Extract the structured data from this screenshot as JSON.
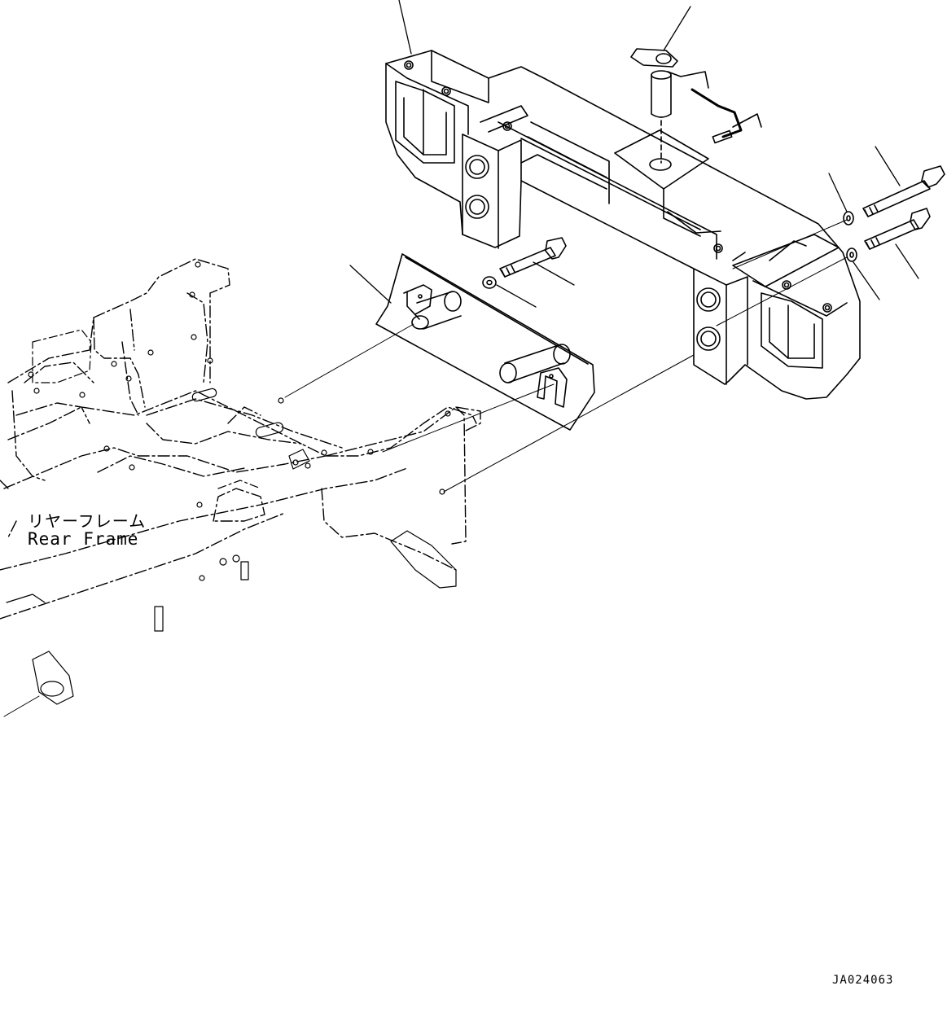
{
  "labels": {
    "rear_frame_jp": "リヤーフレーム",
    "rear_frame_en": "Rear Frame"
  },
  "drawing_id": "JA024063",
  "colors": {
    "line": "#000000",
    "background": "#ffffff"
  }
}
